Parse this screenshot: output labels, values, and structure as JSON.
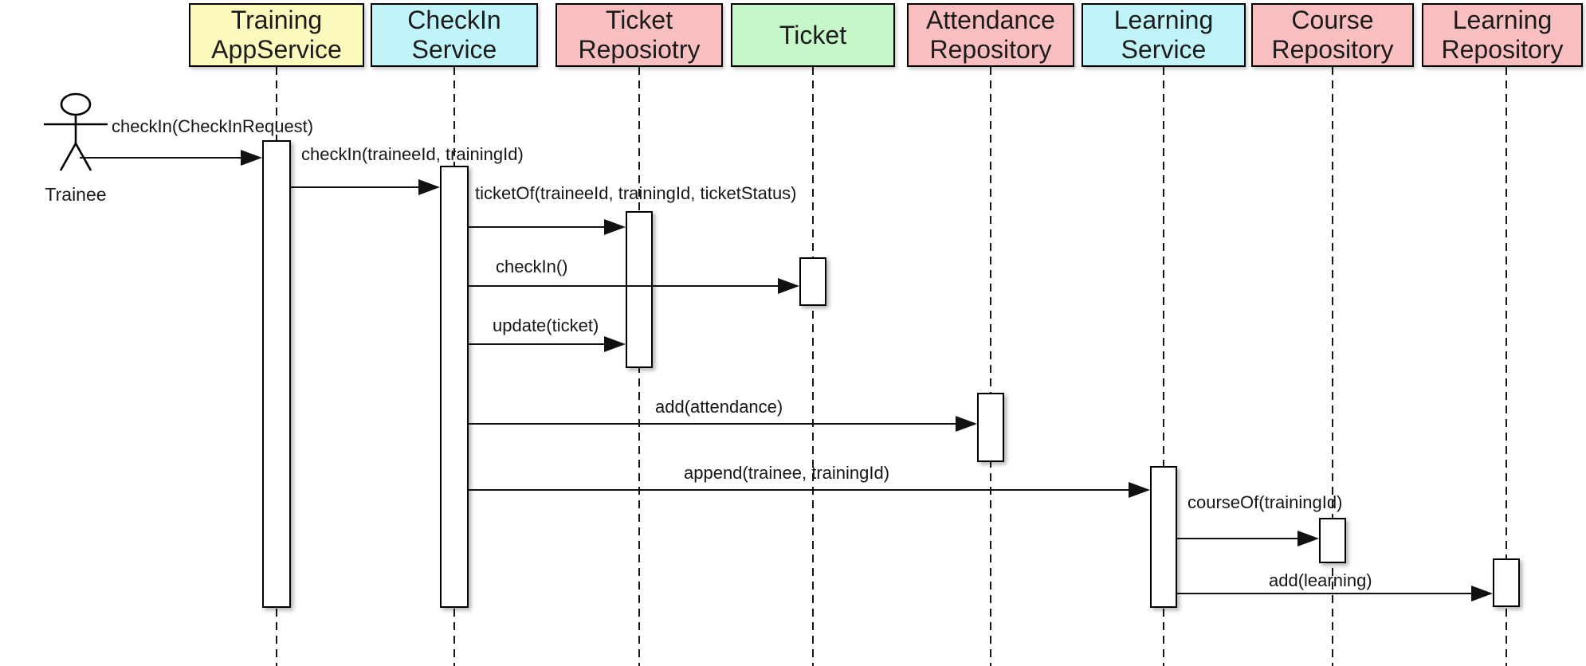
{
  "diagram": {
    "type": "uml-sequence-diagram",
    "actor": {
      "name": "Trainee"
    },
    "colors": {
      "app_service_yellow": "#FBF9BB",
      "service_cyan": "#C1F4F8",
      "repository_pink": "#F9BFC0",
      "entity_green": "#C5F7C9"
    },
    "participants": [
      {
        "id": "training-app-service",
        "line1": "Training",
        "line2": "AppService",
        "fill": "#FBF9BB"
      },
      {
        "id": "checkin-service",
        "line1": "CheckIn",
        "line2": "Service",
        "fill": "#C1F4F8"
      },
      {
        "id": "ticket-repository",
        "line1": "Ticket",
        "line2": "Reposiotry",
        "fill": "#F9BFC0"
      },
      {
        "id": "ticket",
        "line1": "Ticket",
        "line2": "",
        "fill": "#C5F7C9"
      },
      {
        "id": "attendance-repository",
        "line1": "Attendance",
        "line2": "Repository",
        "fill": "#F9BFC0"
      },
      {
        "id": "learning-service",
        "line1": "Learning",
        "line2": "Service",
        "fill": "#C1F4F8"
      },
      {
        "id": "course-repository",
        "line1": "Course",
        "line2": "Repository",
        "fill": "#F9BFC0"
      },
      {
        "id": "learning-repository",
        "line1": "Learning",
        "line2": "Repository",
        "fill": "#F9BFC0"
      }
    ],
    "messages": [
      {
        "label": "checkIn(CheckInRequest)",
        "from": "Trainee",
        "to": "Training AppService"
      },
      {
        "label": "checkIn(traineeId, trainingId)",
        "from": "Training AppService",
        "to": "CheckIn Service"
      },
      {
        "label": "ticketOf(traineeId, trainingId, ticketStatus)",
        "from": "CheckIn Service",
        "to": "Ticket Reposiotry"
      },
      {
        "label": "checkIn()",
        "from": "CheckIn Service",
        "to": "Ticket"
      },
      {
        "label": "update(ticket)",
        "from": "CheckIn Service",
        "to": "Ticket Reposiotry"
      },
      {
        "label": "add(attendance)",
        "from": "CheckIn Service",
        "to": "Attendance Repository"
      },
      {
        "label": "append(trainee, trainingId)",
        "from": "CheckIn Service",
        "to": "Learning Service"
      },
      {
        "label": "courseOf(trainingId)",
        "from": "Learning Service",
        "to": "Course Repository"
      },
      {
        "label": "add(learning)",
        "from": "Learning Service",
        "to": "Learning Repository"
      }
    ]
  }
}
